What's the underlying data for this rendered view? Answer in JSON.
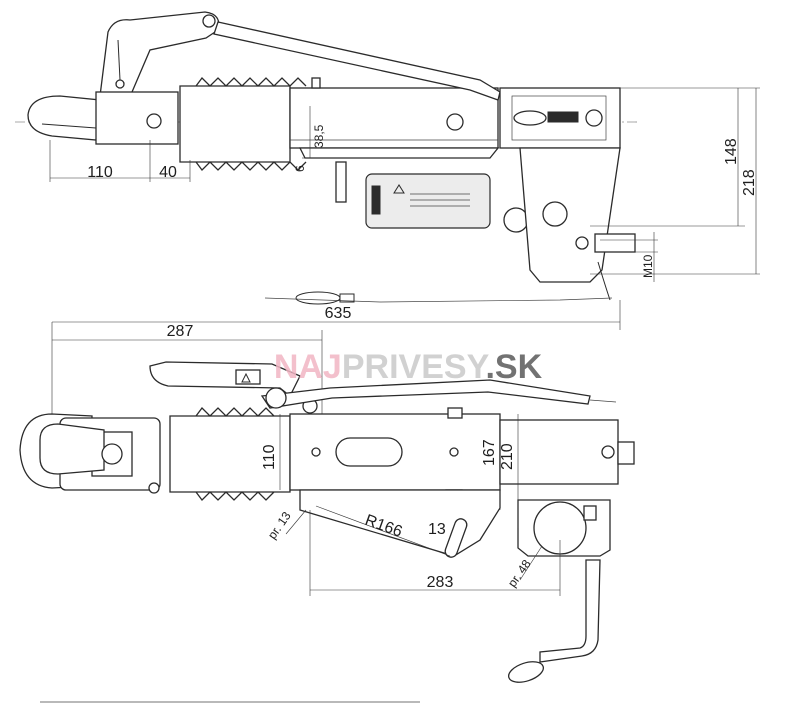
{
  "watermark": {
    "part1": "NAJ",
    "part2": "PRIVESY",
    "part3": ".SK",
    "colors": {
      "part1": "#f2b6c4",
      "part2": "#c9c9c9",
      "part3": "#5a5a5a"
    }
  },
  "side_view": {
    "dimensions": {
      "d110": "110",
      "d40": "40",
      "d38_5": "38,5",
      "d6": "6",
      "d148": "148",
      "d218": "218",
      "dM10": "M10",
      "d635": "635"
    }
  },
  "top_view": {
    "dimensions": {
      "d287": "287",
      "d110": "110",
      "d167": "167",
      "d210": "210",
      "pr13": "pr. 13",
      "R166": "R166",
      "d13": "13",
      "d283": "283",
      "pr48": "pr. 48"
    }
  }
}
